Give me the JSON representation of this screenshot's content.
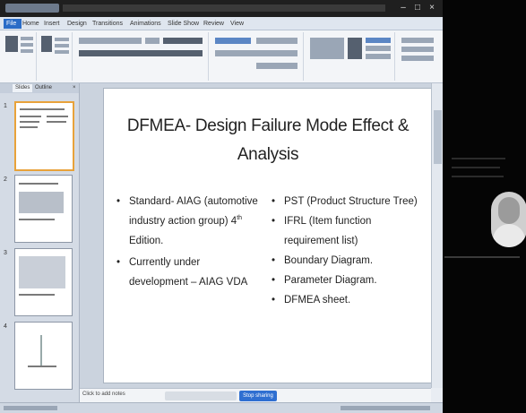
{
  "ribbon_tabs": [
    "File",
    "Home",
    "Insert",
    "Design",
    "Transitions",
    "Animations",
    "Slide Show",
    "Review",
    "View"
  ],
  "left_pane": {
    "tabs": [
      "Slides",
      "Outline"
    ],
    "slide_numbers": [
      "1",
      "2",
      "3",
      "4"
    ]
  },
  "slide": {
    "title": "DFMEA- Design Failure Mode Effect & Analysis",
    "left_bullets": [
      {
        "text": "Standard- AIAG (automotive industry action group) 4",
        "sup": "th",
        "after": " Edition."
      },
      {
        "text": "Currently under development – AIAG VDA"
      }
    ],
    "right_bullets": [
      "PST (Product Structure Tree)",
      "IFRL (Item function requirement list)",
      "Boundary Diagram.",
      "Parameter Diagram.",
      "DFMEA sheet."
    ]
  },
  "notes": {
    "placeholder": "Click to add notes"
  },
  "share_bar": {
    "stop_label": "Stop sharing"
  },
  "bullet_glyph": "•",
  "colors": {
    "accent": "#2f6fd1",
    "selected_thumb": "#e8a23a"
  }
}
